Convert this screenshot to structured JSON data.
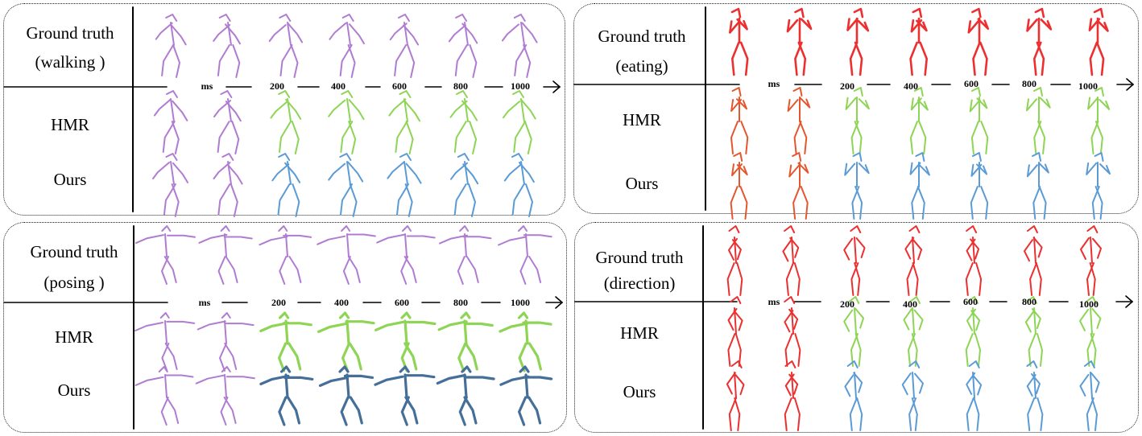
{
  "colors": {
    "purple": "#b07cd2",
    "green": "#8ed455",
    "blue": "#5b9bd5",
    "dark_blue": "#456f98",
    "red": "#ec2f2f",
    "orange_red": "#e4572e"
  },
  "panels": [
    {
      "gt_line1": "Ground truth",
      "gt_line2": "(walking )",
      "hmr_label": "HMR",
      "ours_label": "Ours",
      "time_unit": "ms",
      "time_ticks": [
        "200",
        "400",
        "600",
        "800",
        "1000"
      ]
    },
    {
      "gt_line1": "Ground truth",
      "gt_line2": "(eating)",
      "hmr_label": "HMR",
      "ours_label": "Ours",
      "time_unit": "ms",
      "time_ticks": [
        "200",
        "400",
        "600",
        "800",
        "1000"
      ]
    },
    {
      "gt_line1": "Ground truth",
      "gt_line2": "(posing )",
      "hmr_label": "HMR",
      "ours_label": "Ours",
      "time_unit": "ms",
      "time_ticks": [
        "200",
        "400",
        "600",
        "800",
        "1000"
      ]
    },
    {
      "gt_line1": "Ground truth",
      "gt_line2": "(direction)",
      "hmr_label": "HMR",
      "ours_label": "Ours",
      "time_unit": "ms",
      "time_ticks": [
        "200",
        "400",
        "600",
        "800",
        "1000"
      ]
    }
  ]
}
